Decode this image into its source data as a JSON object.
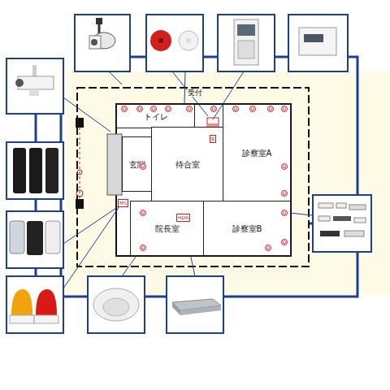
{
  "diagram": {
    "nodes": [
      {
        "text": [
          "トイレ"
        ]
      },
      {
        "text": [
          "玄関"
        ]
      },
      {
        "text": [
          "待合室"
        ]
      },
      {
        "text": [
          "診察室A"
        ]
      },
      {
        "text": [
          "院長室"
        ]
      },
      {
        "text": [
          "診察室B"
        ]
      }
    ],
    "labels": [
      "受付",
      "B",
      "MS",
      "HDR",
      "D",
      "D",
      "D",
      "D",
      "D",
      "D",
      "D",
      "D",
      "D",
      "D",
      "D",
      "D",
      "D",
      "D",
      "D",
      "D",
      "D",
      "D"
    ]
  }
}
